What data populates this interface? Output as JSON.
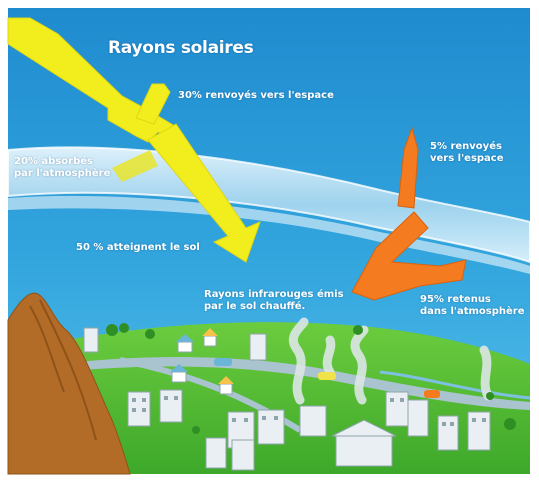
{
  "diagram": {
    "title": "Rayons solaires",
    "labels": {
      "reflected_space": "30% renvoyés vers l'espace",
      "absorbed_atmo_line1": "20% absorbés",
      "absorbed_atmo_line2": "par l'atmosphère",
      "reach_ground": "50 % atteignent le sol",
      "infrared_line1": "Rayons infrarouges émis",
      "infrared_line2": "par le sol chauffé.",
      "ir_escape_line1": "5% renvoyés",
      "ir_escape_line2": "vers l'espace",
      "ir_retained_line1": "95% retenus",
      "ir_retained_line2": "dans l'atmosphère"
    },
    "colors": {
      "sky": "#2a9ad6",
      "sun_arrow": "#f2ee1e",
      "ir_arrow": "#f47b20",
      "atmosphere": "#d8eef8",
      "ground": "#4cba2f",
      "mountain": "#b36c28",
      "road": "#a9c3cf"
    }
  }
}
